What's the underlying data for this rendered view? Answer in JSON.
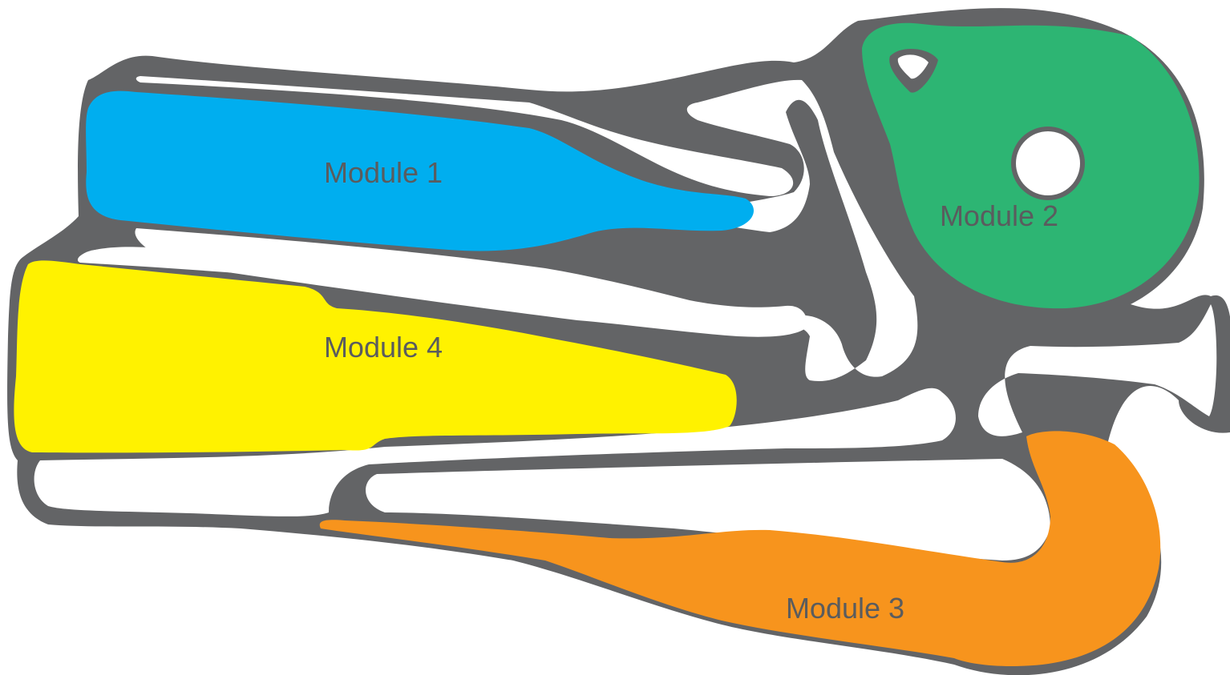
{
  "colors": {
    "background": "#ffffff",
    "skeleton": "#636466",
    "label_text": "#5a5c5e",
    "module_1": "#00aeef",
    "module_2": "#2db573",
    "module_3": "#f7941d",
    "module_4": "#fff200"
  },
  "modules": [
    {
      "label": "Module 1",
      "color_name": "blue"
    },
    {
      "label": "Module 2",
      "color_name": "green"
    },
    {
      "label": "Module 3",
      "color_name": "orange"
    },
    {
      "label": "Module 4",
      "color_name": "yellow"
    }
  ]
}
